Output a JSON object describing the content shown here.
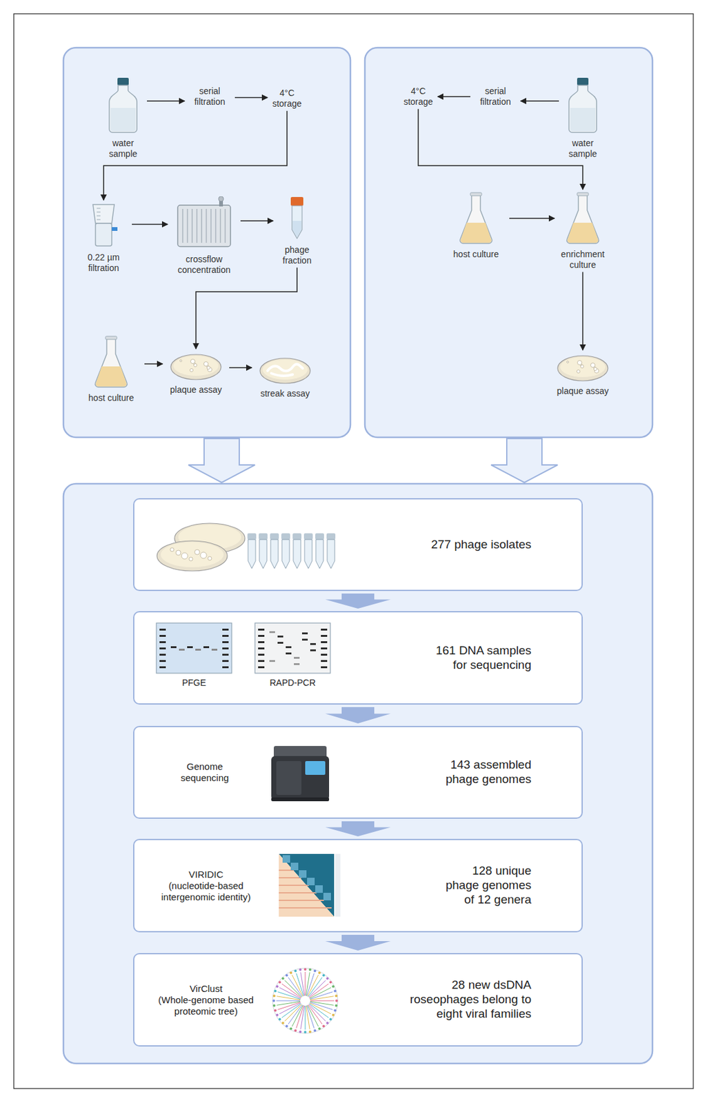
{
  "diagram": {
    "nodes": [
      {
        "text": [
          "water sample"
        ]
      },
      {
        "text": [
          "serial filtration"
        ]
      },
      {
        "text": [
          "4°C storage"
        ]
      },
      {
        "text": [
          "0.22 µm filtration"
        ]
      },
      {
        "text": [
          "crossflow concentration"
        ]
      },
      {
        "text": [
          "phage fraction"
        ]
      },
      {
        "text": [
          "host culture"
        ]
      },
      {
        "text": [
          "plaque assay"
        ]
      },
      {
        "text": [
          "streak assay"
        ]
      },
      {
        "text": [
          "water sample"
        ]
      },
      {
        "text": [
          "serial filtration"
        ]
      },
      {
        "text": [
          "4°C storage"
        ]
      },
      {
        "text": [
          "host culture"
        ]
      },
      {
        "text": [
          "enrichment culture"
        ]
      },
      {
        "text": [
          "plaque assay"
        ]
      },
      {
        "text": [
          "277 phage isolates"
        ]
      },
      {
        "text": [
          "PFGE",
          "RAPD-PCR",
          "161 DNA samples for sequencing"
        ]
      },
      {
        "text": [
          "Genome sequencing",
          "143 assembled phage genomes"
        ]
      },
      {
        "text": [
          "VIRIDIC",
          "(nucleotide-based intergenomic identity)",
          "128 unique phage genomes of 12 genera"
        ]
      },
      {
        "text": [
          "VirClust",
          "(Whole-genome based proteomic tree)",
          "28 new dsDNA roseophages belong to eight viral families"
        ]
      }
    ],
    "edges": [
      {
        "from": 0,
        "to": 1,
        "arrow": "to"
      },
      {
        "from": 1,
        "to": 2,
        "arrow": "to"
      },
      {
        "from": 2,
        "to": 3,
        "arrow": "to"
      },
      {
        "from": 3,
        "to": 4,
        "arrow": "to"
      },
      {
        "from": 4,
        "to": 5,
        "arrow": "to"
      },
      {
        "from": 5,
        "to": 7,
        "arrow": "to"
      },
      {
        "from": 6,
        "to": 7,
        "arrow": "to"
      },
      {
        "from": 7,
        "to": 8,
        "arrow": "to"
      },
      {
        "from": 9,
        "to": 10,
        "arrow": "to"
      },
      {
        "from": 10,
        "to": 11,
        "arrow": "to"
      },
      {
        "from": 11,
        "to": 13,
        "arrow": "to"
      },
      {
        "from": 12,
        "to": 13,
        "arrow": "to"
      },
      {
        "from": 13,
        "to": 14,
        "arrow": "to"
      },
      {
        "from": 15,
        "to": 16,
        "arrow": "to"
      },
      {
        "from": 16,
        "to": 17,
        "arrow": "to"
      },
      {
        "from": 17,
        "to": 18,
        "arrow": "to"
      },
      {
        "from": 18,
        "to": 19,
        "arrow": "to"
      }
    ]
  }
}
